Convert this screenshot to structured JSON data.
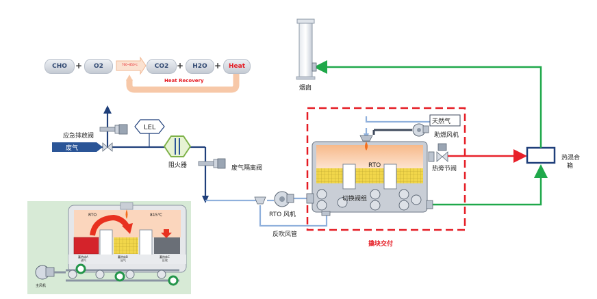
{
  "reaction": {
    "terms": [
      "CHO",
      "O2",
      "CO2",
      "H2O",
      "Heat"
    ],
    "plus": "+",
    "arrow_label": "760~850℃",
    "heat_recovery": "Heat Recovery"
  },
  "labels": {
    "emergency_valve": "应急排放阀",
    "waste_gas": "废气",
    "lel": "LEL",
    "flame_arrester": "阻火器",
    "isolation_valve": "废气隔离阀",
    "rto_fan": "RTO 风机",
    "backflush_pipe": "反吹风管",
    "switching_valves": "切换阀组",
    "rto": "RTO",
    "natural_gas": "天然气",
    "combustion_fan": "助燃风机",
    "hot_bypass_valve": "热旁节阀",
    "hot_mixing_box_line1": "热混合",
    "hot_mixing_box_line2": "箱",
    "chimney": "烟囱",
    "skid_delivery": "撬块交付"
  },
  "inset": {
    "rto": "RTO",
    "temperature": "815℃",
    "bed_a_line1": "蓄热床A",
    "bed_a_line2": "进气",
    "bed_b_line1": "蓄热床B",
    "bed_b_line2": "出气",
    "bed_c_line1": "蓄热床C",
    "bed_c_line2": "反吹",
    "main_fan": "主风机"
  },
  "colors": {
    "gas_line_navy": "#1f3f7a",
    "air_line_light": "#8fb0dc",
    "hot_line_red": "#e8202a",
    "clean_line_green": "#1fa84a",
    "skid_dashed_red": "#e51b23",
    "chamber_orange": "#f7c49c",
    "media_yellow": "#ead143",
    "inset_bg": "#d7ead6"
  }
}
